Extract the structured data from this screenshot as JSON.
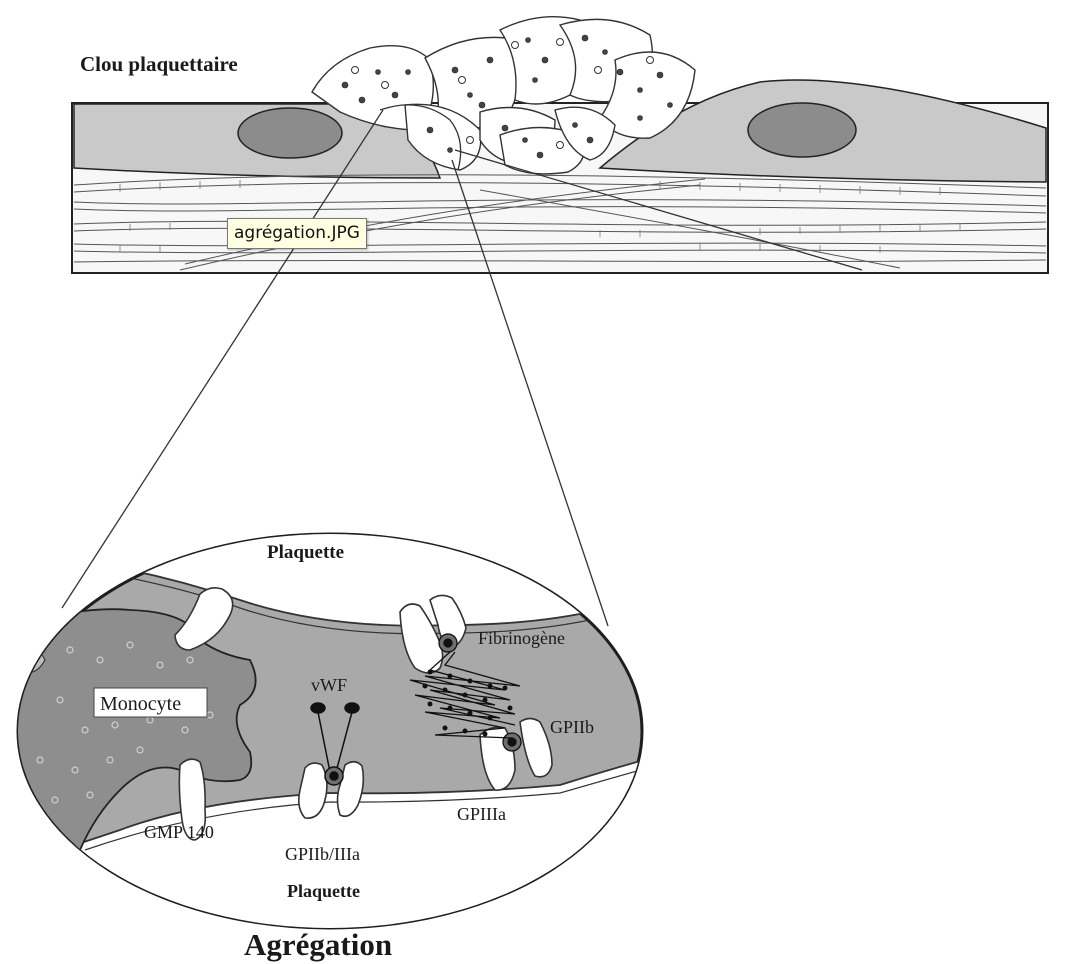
{
  "labels": {
    "top_title": "Clou plaquettaire",
    "plaquette_top": "Plaquette",
    "plaquette_bottom": "Plaquette",
    "monocyte": "Monocyte",
    "vwf": "vWF",
    "fibrinogene": "Fibrinogène",
    "gpiib": "GPIIb",
    "gpiiia": "GPIIIa",
    "gmp140": "GMP 140",
    "gpiib_iiia": "GPIIb/IIIa",
    "caption": "Agrégation"
  },
  "tooltip": {
    "text": "agrégation.JPG"
  },
  "colors": {
    "vessel_fill": "#c9c9c9",
    "nucleus_fill": "#8c8c8c",
    "plasma_fill": "#a9a9a9",
    "monocyte_fill": "#8e8e8e",
    "line": "#222222"
  }
}
